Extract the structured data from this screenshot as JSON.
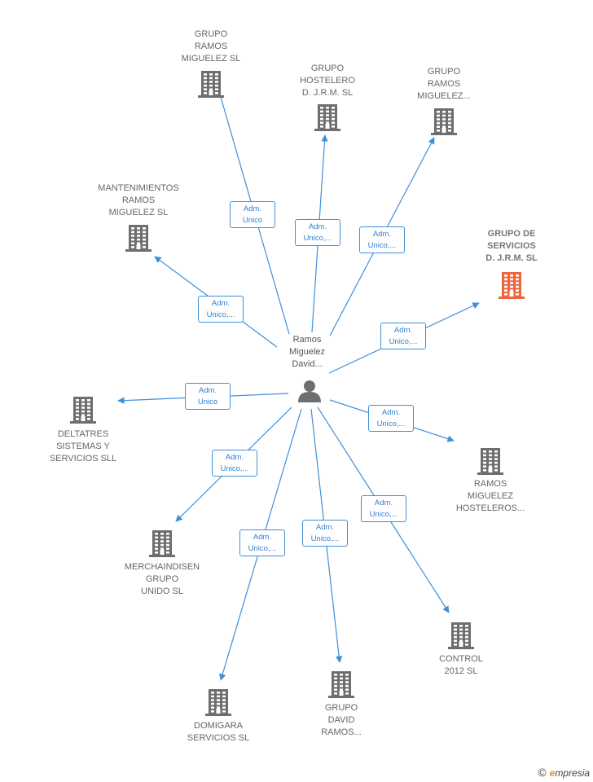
{
  "center": {
    "lines": [
      "Ramos",
      "Miguelez",
      "David..."
    ]
  },
  "companies": [
    {
      "id": "grm",
      "lines": [
        "GRUPO",
        "RAMOS",
        "MIGUELEZ SL"
      ],
      "highlight": false
    },
    {
      "id": "ghd",
      "lines": [
        "GRUPO",
        "HOSTELERO",
        "D. J.R.M.  SL"
      ],
      "highlight": false
    },
    {
      "id": "grm2",
      "lines": [
        "GRUPO",
        "RAMOS",
        "MIGUELEZ..."
      ],
      "highlight": false
    },
    {
      "id": "gsd",
      "lines": [
        "GRUPO DE",
        "SERVICIOS",
        "D. J.R.M.  SL"
      ],
      "highlight": true
    },
    {
      "id": "mrm",
      "lines": [
        "MANTENIMIENTOS",
        "RAMOS",
        "MIGUELEZ  SL"
      ],
      "highlight": false
    },
    {
      "id": "dss",
      "lines": [
        "DELTATRES",
        "SISTEMAS Y",
        "SERVICIOS SLL"
      ],
      "highlight": false
    },
    {
      "id": "rmh",
      "lines": [
        "RAMOS",
        "MIGUELEZ",
        "HOSTELEROS..."
      ],
      "highlight": false
    },
    {
      "id": "mgu",
      "lines": [
        "MERCHAINDISEN",
        "GRUPO",
        "UNIDO  SL"
      ],
      "highlight": false
    },
    {
      "id": "c12",
      "lines": [
        "CONTROL",
        "2012 SL"
      ],
      "highlight": false
    },
    {
      "id": "dom",
      "lines": [
        "DOMIGARA",
        "SERVICIOS  SL"
      ],
      "highlight": false
    },
    {
      "id": "gdr",
      "lines": [
        "GRUPO",
        "DAVID",
        "RAMOS..."
      ],
      "highlight": false
    }
  ],
  "edges": [
    {
      "to": "grm",
      "lines": [
        "Adm.",
        "Unico"
      ]
    },
    {
      "to": "ghd",
      "lines": [
        "Adm.",
        "Unico,..."
      ]
    },
    {
      "to": "grm2",
      "lines": [
        "Adm.",
        "Unico,..."
      ]
    },
    {
      "to": "gsd",
      "lines": [
        "Adm.",
        "Unico,..."
      ]
    },
    {
      "to": "mrm",
      "lines": [
        "Adm.",
        "Unico,..."
      ]
    },
    {
      "to": "dss",
      "lines": [
        "Adm.",
        "Unico"
      ]
    },
    {
      "to": "rmh",
      "lines": [
        "Adm.",
        "Unico,..."
      ]
    },
    {
      "to": "mgu",
      "lines": [
        "Adm.",
        "Unico,..."
      ]
    },
    {
      "to": "c12",
      "lines": [
        "Adm.",
        "Unico,..."
      ]
    },
    {
      "to": "dom",
      "lines": [
        "Adm.",
        "Unico,..."
      ]
    },
    {
      "to": "gdr",
      "lines": [
        "Adm.",
        "Unico,..."
      ]
    }
  ],
  "colors": {
    "edge": "#3f8fd9",
    "building": "#6e6e6e",
    "highlight": "#f0663a",
    "person": "#6e6e6e"
  },
  "brand": {
    "copyright": "©",
    "initial": "e",
    "rest": "mpresia"
  }
}
